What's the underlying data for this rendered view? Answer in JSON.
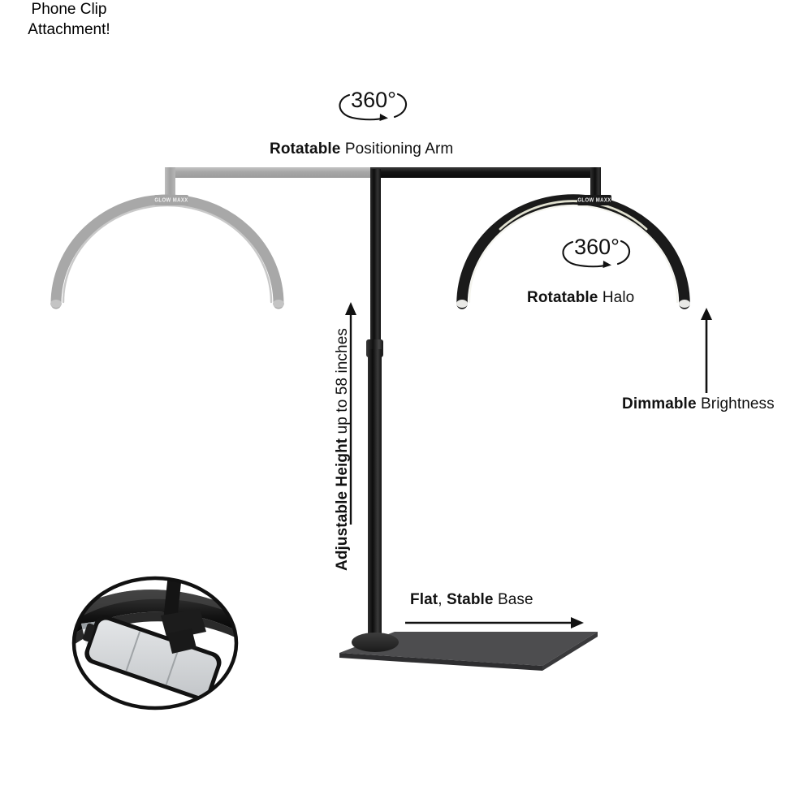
{
  "meta": {
    "background_color": "#ffffff",
    "text_color": "#111111",
    "product": "LED halo beauty light floor stand infographic"
  },
  "callouts": {
    "positioning_arm": {
      "bold": "Rotatable",
      "regular": " Positioning Arm",
      "rotation_badge": "360°"
    },
    "halo": {
      "bold": "Rotatable",
      "regular": " Halo",
      "rotation_badge": "360°"
    },
    "dimmable": {
      "bold": "Dimmable",
      "regular": " Brightness"
    },
    "height": {
      "bold": "Adjustable Height",
      "regular": " up to 58 inches"
    },
    "base": {
      "bold_1": "Flat",
      "separator": ", ",
      "bold_2": "Stable",
      "regular": " Base"
    },
    "phone_clip": {
      "line_1": "Phone Clip",
      "line_2": "Attachment!"
    }
  },
  "product_parts": {
    "halo_black": {
      "name": "halo-light-ring",
      "color": "#1a1a1a",
      "led_color": "#f4f4ee",
      "brand_text": "GLOW MAXX"
    },
    "halo_gray": {
      "name": "halo-light-ring-ghost",
      "color": "#a8a8a8",
      "led_color": "#d8d8d8",
      "brand_text": "GLOW MAXX"
    },
    "arm_black": {
      "color": "#141414"
    },
    "arm_gray": {
      "color": "#a7a7a7"
    },
    "pole": {
      "color": "#151515"
    },
    "base_plate": {
      "color": "#4a4a4c"
    }
  },
  "icons": {
    "rotation_arrow_360": "circular-rotation-arrow",
    "height_arrow": "arrow-up",
    "dimmable_arrow": "arrow-up",
    "base_arrow": "arrow-right"
  },
  "phone_clip_inset": {
    "outline_color": "#111111",
    "phone_screen_color": "#d5d7d9",
    "description": "halo arm with phone clip holding a smartphone"
  }
}
